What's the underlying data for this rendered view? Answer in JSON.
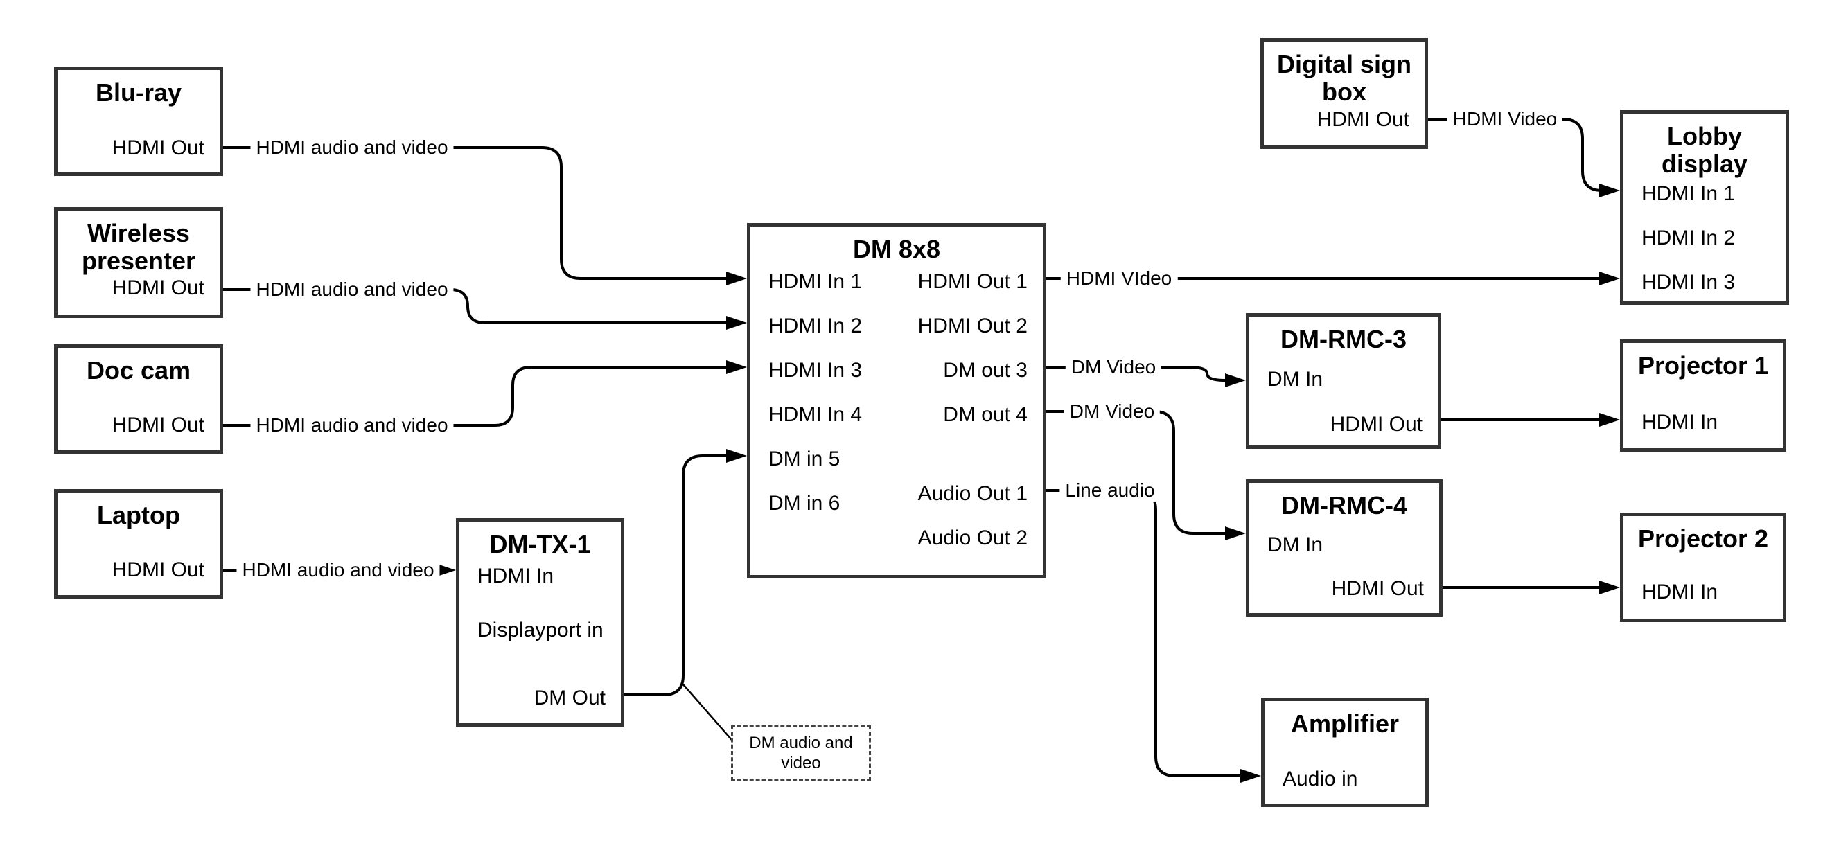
{
  "nodes": {
    "bluray": {
      "title": "Blu-ray",
      "ports": {
        "out": "HDMI Out"
      }
    },
    "wireless": {
      "title": "Wireless presenter",
      "ports": {
        "out": "HDMI Out"
      }
    },
    "doccam": {
      "title": "Doc cam",
      "ports": {
        "out": "HDMI Out"
      }
    },
    "laptop": {
      "title": "Laptop",
      "ports": {
        "out": "HDMI Out"
      }
    },
    "dmtx1": {
      "title": "DM-TX-1",
      "ports": {
        "hdmi_in": "HDMI In",
        "dp_in": "Displayport in",
        "dm_out": "DM Out"
      }
    },
    "dm8x8": {
      "title": "DM 8x8",
      "ports": {
        "in1": "HDMI In 1",
        "in2": "HDMI In 2",
        "in3": "HDMI In 3",
        "in4": "HDMI In 4",
        "in5": "DM in 5",
        "in6": "DM in 6",
        "out1": "HDMI Out 1",
        "out2": "HDMI Out 2",
        "out3": "DM out 3",
        "out4": "DM out 4",
        "aout1": "Audio Out 1",
        "aout2": "Audio Out 2"
      }
    },
    "digitalsign": {
      "title": "Digital sign box",
      "ports": {
        "out": "HDMI Out"
      }
    },
    "lobby": {
      "title": "Lobby display",
      "ports": {
        "in1": "HDMI In 1",
        "in2": "HDMI In 2",
        "in3": "HDMI In 3"
      }
    },
    "dmrmc3": {
      "title": "DM-RMC-3",
      "ports": {
        "in": "DM In",
        "out": "HDMI Out"
      }
    },
    "proj1": {
      "title": "Projector 1",
      "ports": {
        "in": "HDMI In"
      }
    },
    "dmrmc4": {
      "title": "DM-RMC-4",
      "ports": {
        "in": "DM In",
        "out": "HDMI Out"
      }
    },
    "proj2": {
      "title": "Projector 2",
      "ports": {
        "in": "HDMI In"
      }
    },
    "amplifier": {
      "title": "Amplifier",
      "ports": {
        "in": "Audio in"
      }
    }
  },
  "edge_labels": {
    "bluray_line": "HDMI audio and video",
    "wireless_line": "HDMI audio and video",
    "doccam_line": "HDMI audio and video",
    "laptop_line": "HDMI audio and video",
    "hdmi_out1_line": "HDMI VIdeo",
    "dm_out3_line": "DM Video",
    "dm_out4_line": "DM Video",
    "audio_out1_line": "Line audio",
    "digitalsign_line": "HDMI Video"
  },
  "callout": {
    "text": "DM audio and video"
  },
  "colors": {
    "background": "#ffffff",
    "box_border": "#333333",
    "line": "#000000",
    "text": "#000000"
  }
}
